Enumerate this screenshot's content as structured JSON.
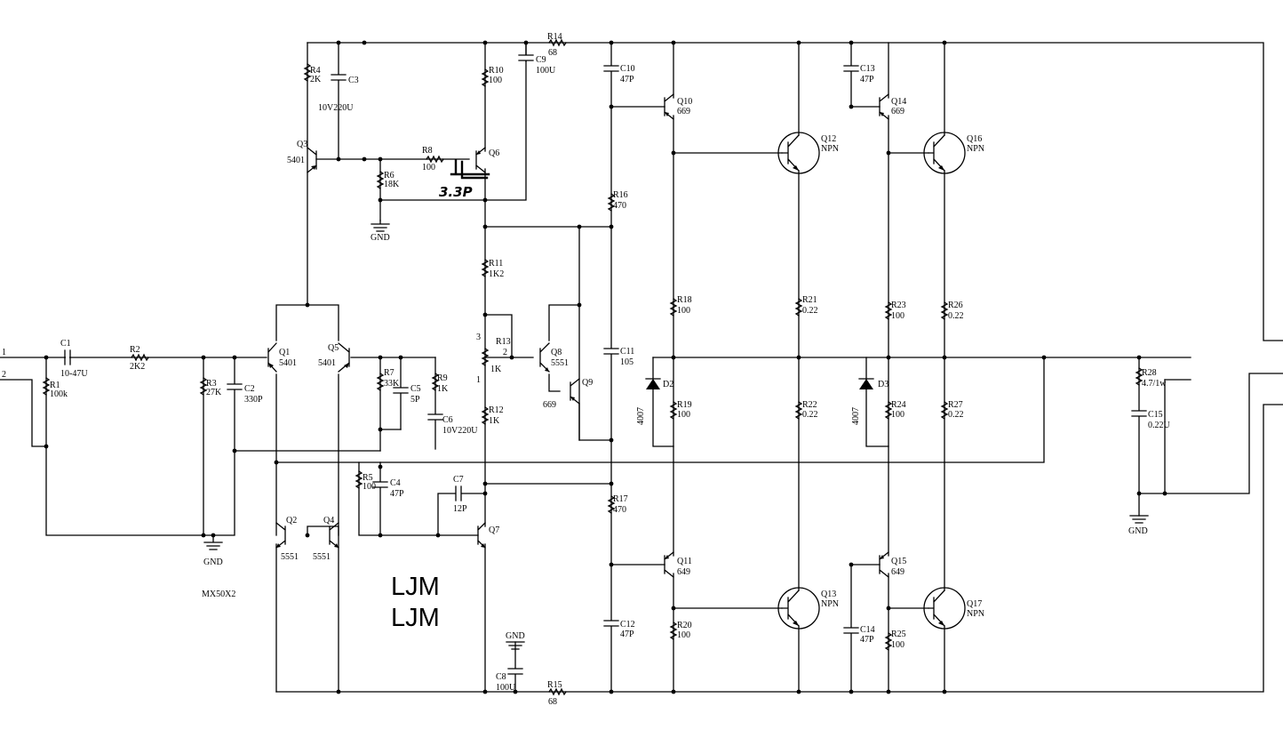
{
  "schematic": {
    "nets": [
      "1",
      "2",
      "3",
      "2",
      "1"
    ],
    "gnd": "GND",
    "model": "MX50X2",
    "watermark": [
      "LJM",
      "LJM"
    ],
    "handwritten_note": "3.3P"
  },
  "components": {
    "r1": {
      "ref": "R1",
      "value": "100k"
    },
    "r2": {
      "ref": "R2",
      "value": "2K2"
    },
    "r3": {
      "ref": "R3",
      "value": "27K"
    },
    "r4": {
      "ref": "R4",
      "value": "2K"
    },
    "r5": {
      "ref": "R5",
      "value": "100"
    },
    "r6": {
      "ref": "R6",
      "value": "18K"
    },
    "r7": {
      "ref": "R7",
      "value": "33K"
    },
    "r8": {
      "ref": "R8",
      "value": "100"
    },
    "r9": {
      "ref": "R9",
      "value": "1K"
    },
    "r10": {
      "ref": "R10",
      "value": "100"
    },
    "r11": {
      "ref": "R11",
      "value": "1K2"
    },
    "r12": {
      "ref": "R12",
      "value": "1K"
    },
    "r13": {
      "ref": "R13",
      "value": "1K"
    },
    "r14": {
      "ref": "R14",
      "value": "68"
    },
    "r15": {
      "ref": "R15",
      "value": "68"
    },
    "r16": {
      "ref": "R16",
      "value": "470"
    },
    "r17": {
      "ref": "R17",
      "value": "470"
    },
    "r18": {
      "ref": "R18",
      "value": "100"
    },
    "r19": {
      "ref": "R19",
      "value": "100"
    },
    "r20": {
      "ref": "R20",
      "value": "100"
    },
    "r21": {
      "ref": "R21",
      "value": "0.22"
    },
    "r22": {
      "ref": "R22",
      "value": "0.22"
    },
    "r23": {
      "ref": "R23",
      "value": "100"
    },
    "r24": {
      "ref": "R24",
      "value": "100"
    },
    "r25": {
      "ref": "R25",
      "value": "100"
    },
    "r26": {
      "ref": "R26",
      "value": "0.22"
    },
    "r27": {
      "ref": "R27",
      "value": "0.22"
    },
    "r28": {
      "ref": "R28",
      "value": "4.7/1w"
    },
    "c1": {
      "ref": "C1",
      "value": "10-47U"
    },
    "c2": {
      "ref": "C2",
      "value": "330P"
    },
    "c3": {
      "ref": "C3",
      "value": "10V220U"
    },
    "c4": {
      "ref": "C4",
      "value": "47P"
    },
    "c5": {
      "ref": "C5",
      "value": "5P"
    },
    "c6": {
      "ref": "C6",
      "value": "10V220U"
    },
    "c7": {
      "ref": "C7",
      "value": "12P"
    },
    "c8": {
      "ref": "C8",
      "value": "100U"
    },
    "c9": {
      "ref": "C9",
      "value": "100U"
    },
    "c10": {
      "ref": "C10",
      "value": "47P"
    },
    "c11": {
      "ref": "C11",
      "value": "105"
    },
    "c12": {
      "ref": "C12",
      "value": "47P"
    },
    "c13": {
      "ref": "C13",
      "value": "47P"
    },
    "c14": {
      "ref": "C14",
      "value": "47P"
    },
    "c15": {
      "ref": "C15",
      "value": "0.22U"
    },
    "q1": {
      "ref": "Q1",
      "value": "5401"
    },
    "q2": {
      "ref": "Q2",
      "value": "5551"
    },
    "q3": {
      "ref": "Q3",
      "value": "5401"
    },
    "q4": {
      "ref": "Q4",
      "value": "5551"
    },
    "q5": {
      "ref": "Q5",
      "value": "5401"
    },
    "q6": {
      "ref": "Q6",
      "value": ""
    },
    "q7": {
      "ref": "Q7",
      "value": ""
    },
    "q8": {
      "ref": "Q8",
      "value": "5551"
    },
    "q9": {
      "ref": "Q9",
      "value": "669"
    },
    "q10": {
      "ref": "Q10",
      "value": "669"
    },
    "q11": {
      "ref": "Q11",
      "value": "649"
    },
    "q12": {
      "ref": "Q12",
      "value": "NPN"
    },
    "q13": {
      "ref": "Q13",
      "value": "NPN"
    },
    "q14": {
      "ref": "Q14",
      "value": "669"
    },
    "q15": {
      "ref": "Q15",
      "value": "649"
    },
    "q16": {
      "ref": "Q16",
      "value": "NPN"
    },
    "q17": {
      "ref": "Q17",
      "value": "NPN"
    },
    "d2": {
      "ref": "D2",
      "value": "4007"
    },
    "d3": {
      "ref": "D3",
      "value": "4007"
    }
  }
}
